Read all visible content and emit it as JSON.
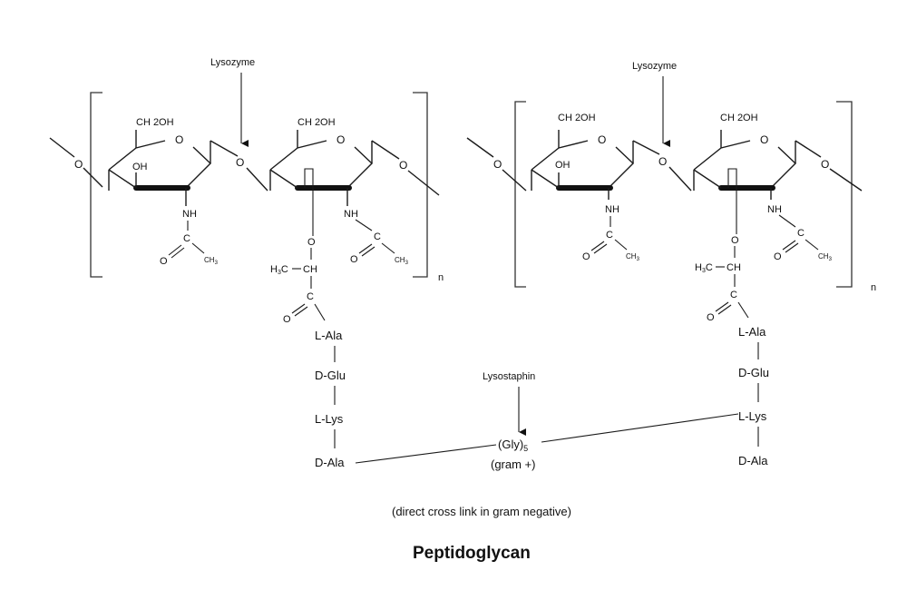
{
  "title": "Peptidoglycan",
  "enzymes": {
    "lysozyme": "Lysozyme",
    "lysostaphin": "Lysostaphin"
  },
  "sugar_labels": {
    "ch2oh": "CH 2OH",
    "oh": "OH",
    "ring_o": "O",
    "glyco_o": "O",
    "nh": "NH",
    "c": "C",
    "carbonyl_o": "O",
    "ch3": "CH",
    "ch3_sub": "3",
    "h3c": "H",
    "h3c_sub": "3",
    "h3c_c": "C",
    "ch": "CH",
    "repeat_n": "n"
  },
  "peptide": {
    "left": [
      "L-Ala",
      "D-Glu",
      "L-Lys",
      "D-Ala"
    ],
    "right": [
      "L-Ala",
      "D-Glu",
      "L-Lys",
      "D-Ala"
    ]
  },
  "crosslink": {
    "gly": "(Gly)",
    "gly_sub": "5",
    "gram_pos": "(gram +)",
    "gram_neg_note": "(direct cross link in gram negative)"
  }
}
